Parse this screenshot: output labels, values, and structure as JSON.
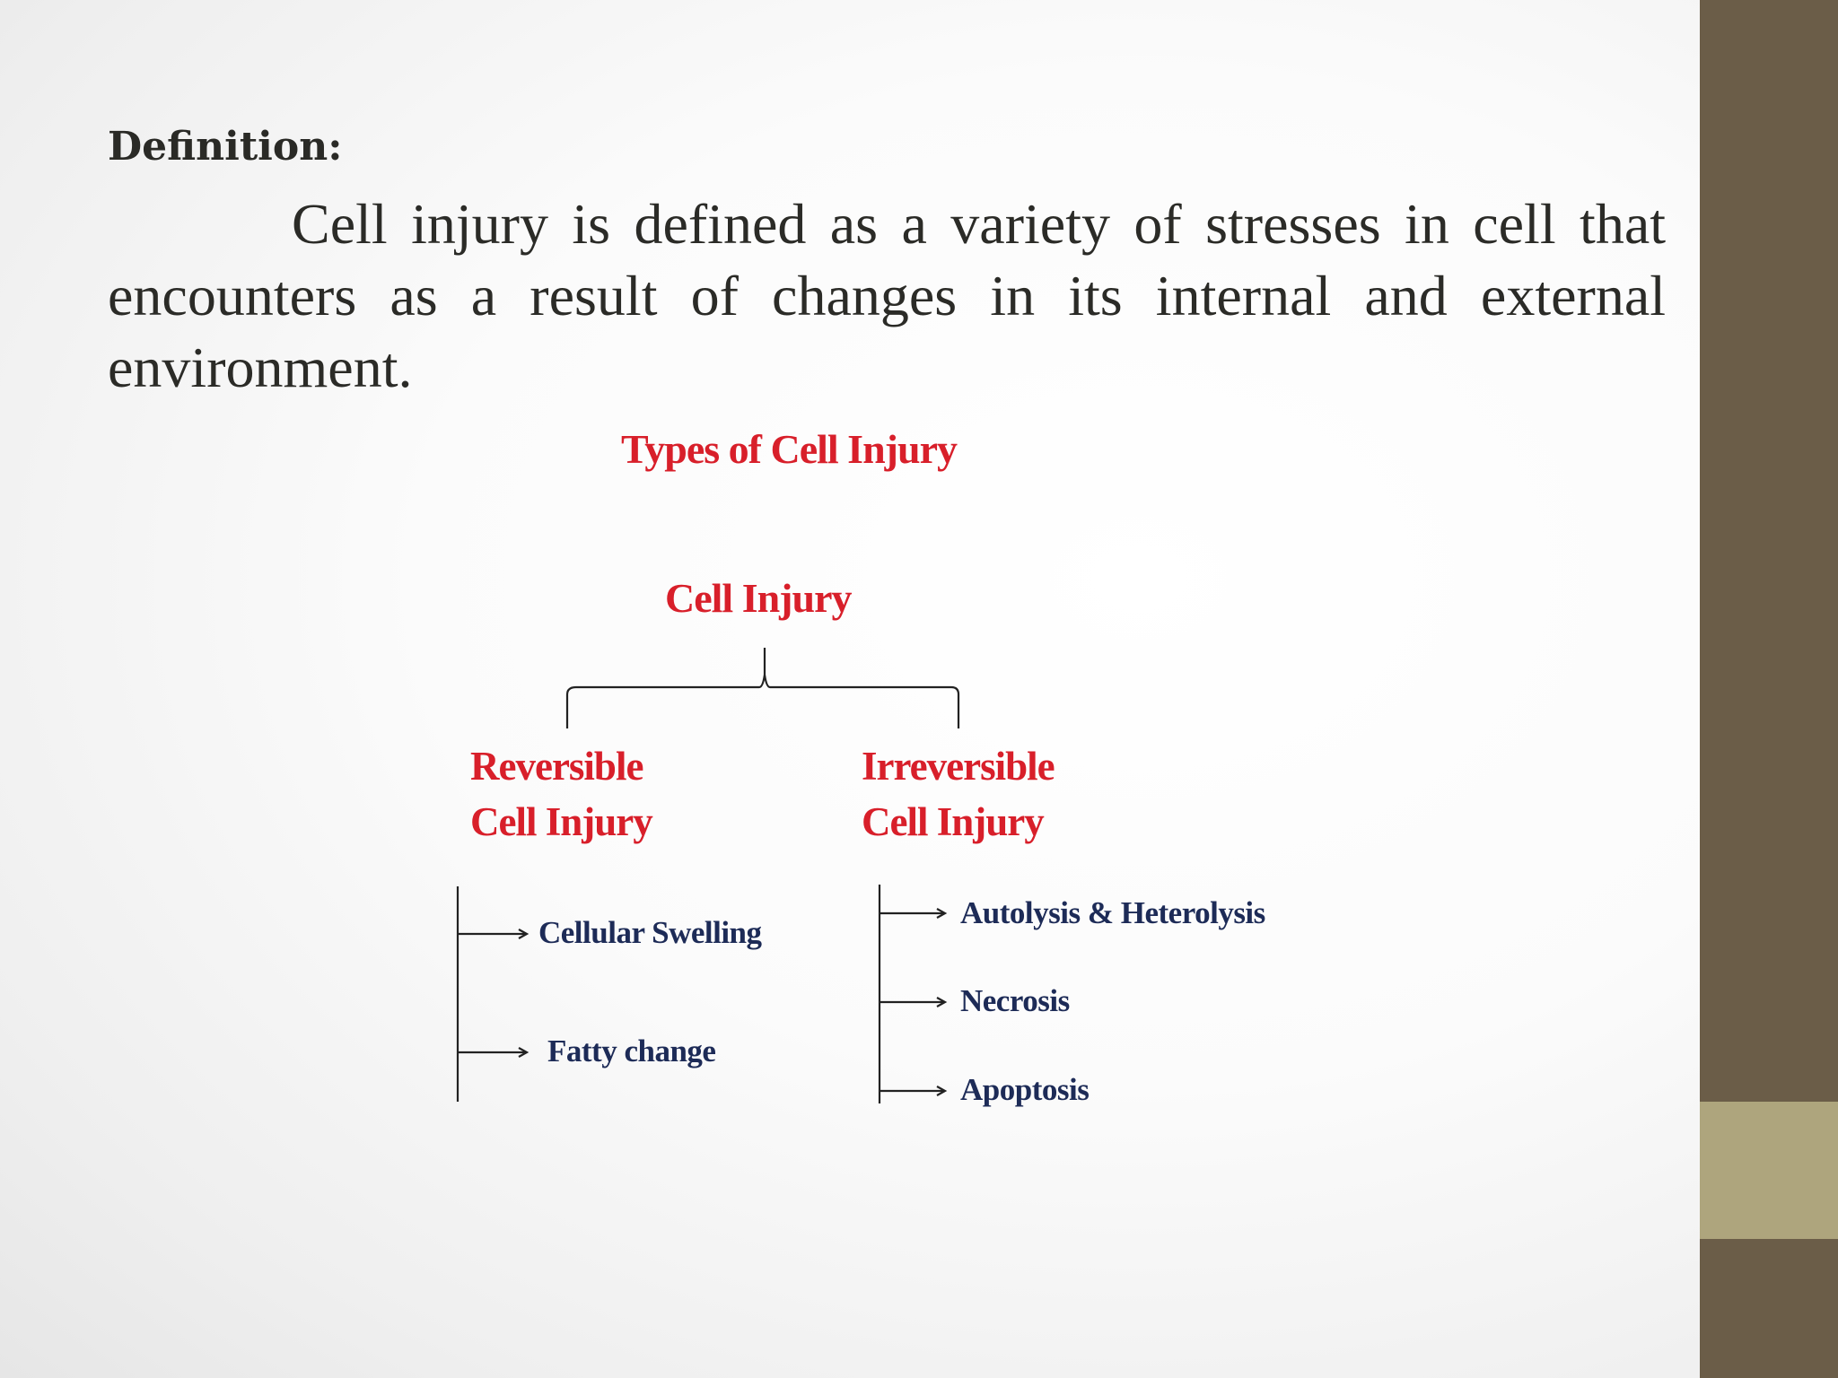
{
  "definition": {
    "label": "Definition:",
    "text": "Cell injury is defined as a variety of stresses in cell that encounters as a result of changes in its internal and external environment."
  },
  "diagram": {
    "title": "Types of Cell Injury",
    "root": "Cell Injury",
    "reversible": {
      "line1": "Reversible",
      "line2": "Cell Injury",
      "items": [
        "Cellular Swelling",
        "Fatty change"
      ]
    },
    "irreversible": {
      "line1": "Irreversible",
      "line2": "Cell Injury",
      "items": [
        "Autolysis & Heterolysis",
        "Necrosis",
        "Apoptosis"
      ]
    }
  },
  "colors": {
    "sidebar": "#6b5d48",
    "sidebar_accent": "#aea57d",
    "diagram_heading": "#d81f2a",
    "diagram_item": "#1d2b57"
  }
}
